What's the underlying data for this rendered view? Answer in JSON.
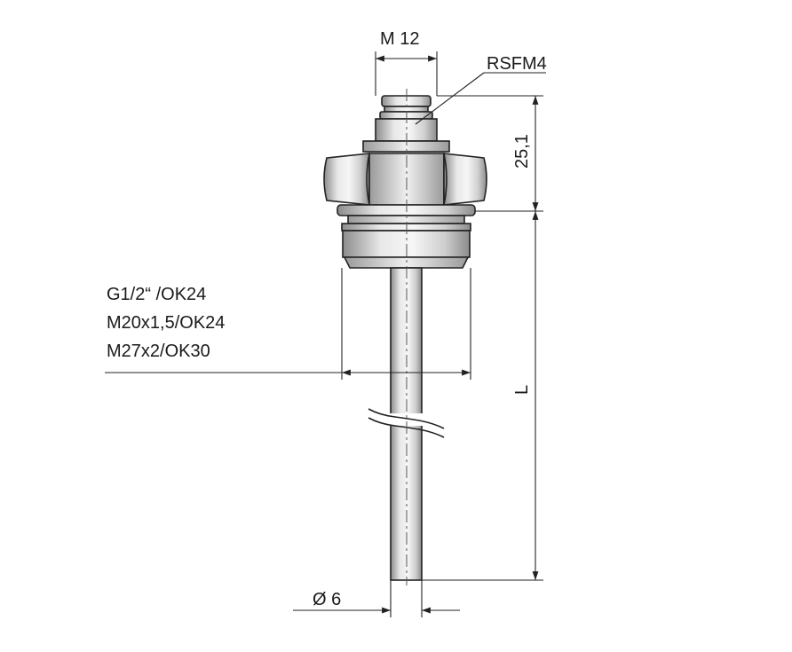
{
  "labels": {
    "m12": "M 12",
    "rsfm4": "RSFM4",
    "height": "25,1",
    "thread_g12": "G1/2“ /OK24",
    "thread_m20": "M20x1,5/OK24",
    "thread_m27": "M27x2/OK30",
    "length": "L",
    "diameter": "Ø 6"
  },
  "colors": {
    "line": "#222222",
    "metal_light": "#dcdcdc",
    "metal_dark": "#9a9a9a"
  }
}
